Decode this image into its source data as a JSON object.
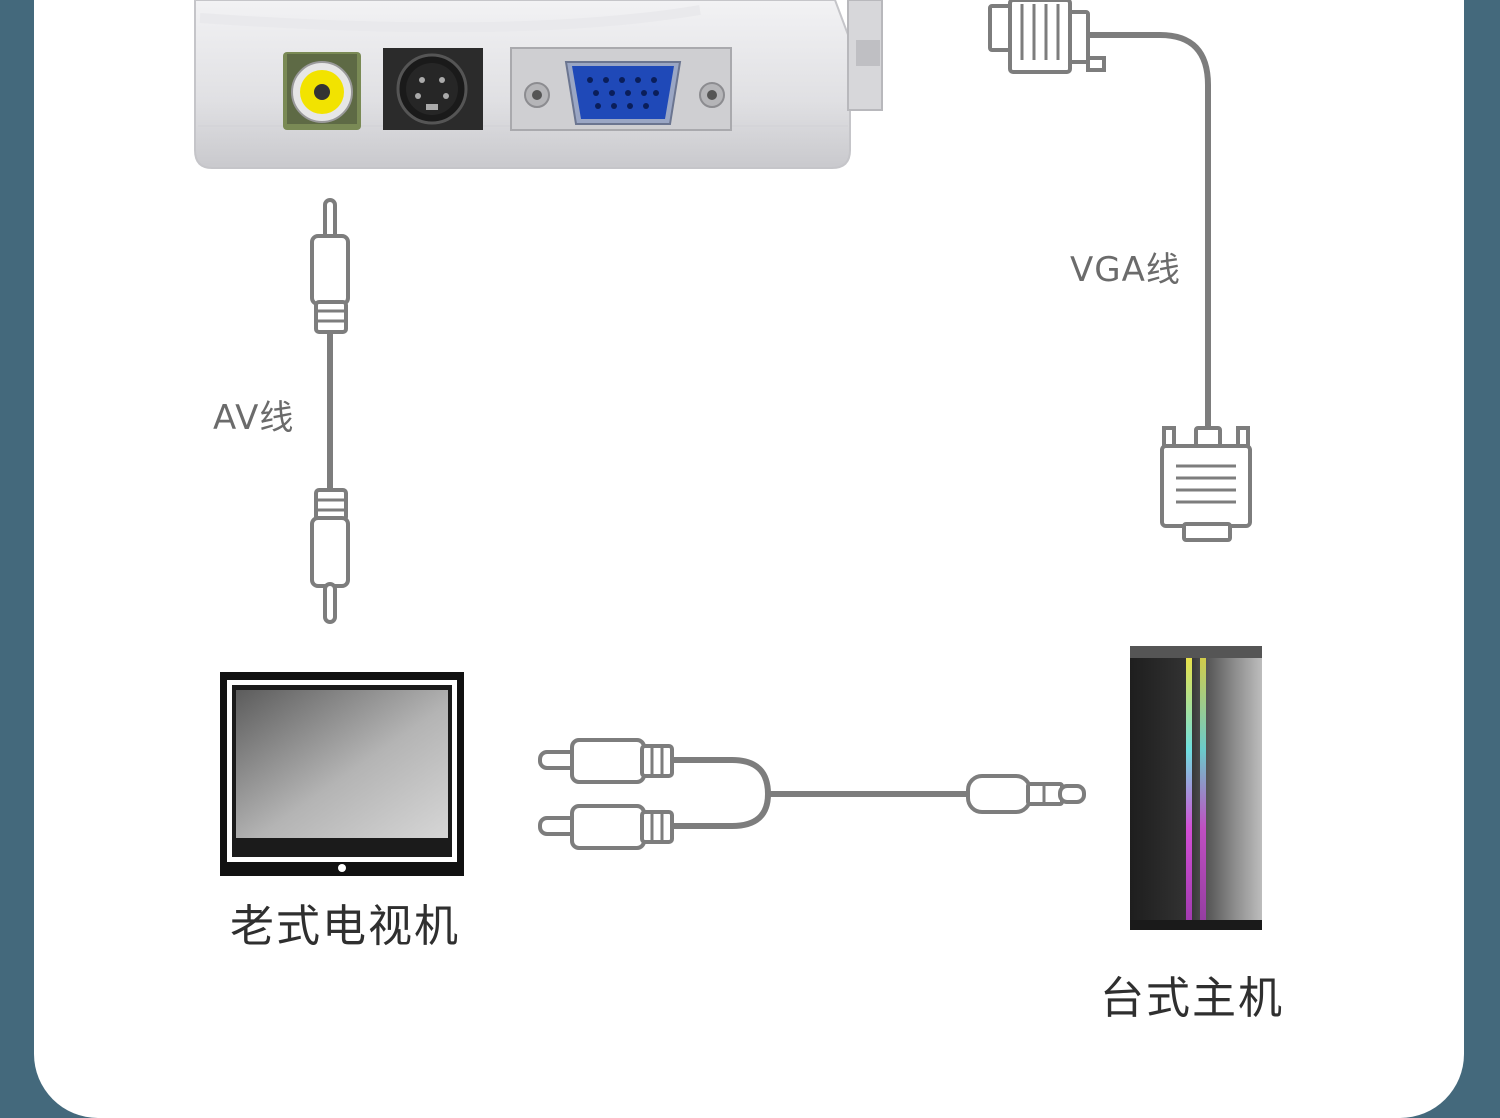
{
  "labels": {
    "av_cable": "AV线",
    "vga_cable": "VGA线",
    "old_tv": "老式电视机",
    "desktop_pc": "台式主机"
  },
  "colors": {
    "frame": "#44697c",
    "card": "#ffffff",
    "cable": "#808080",
    "vga_port": "#1f49b8",
    "rca_yellow": "#f2e300",
    "tower_body": "#2b2b2b"
  },
  "icons": [
    "converter-box-icon",
    "rca-cable-icon",
    "vga-cable-icon",
    "crt-tv-icon",
    "audio-y-cable-icon",
    "pc-tower-icon"
  ]
}
